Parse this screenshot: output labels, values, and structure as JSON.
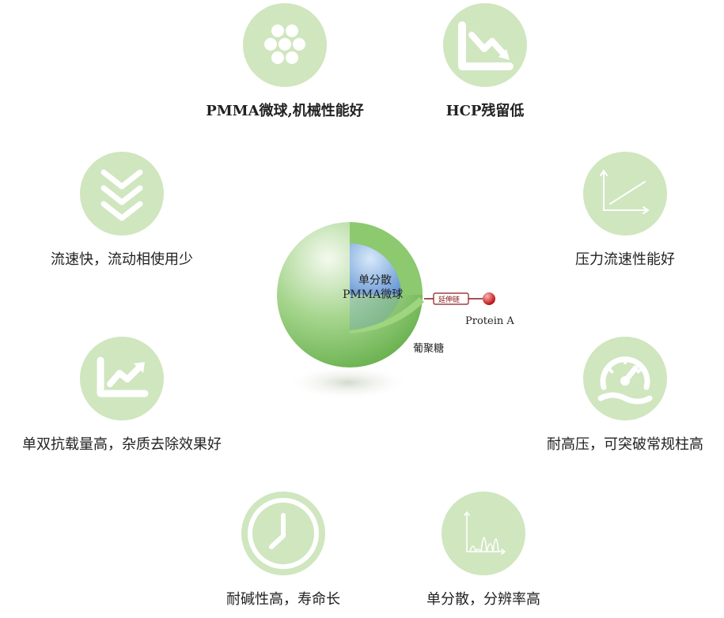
{
  "features": [
    {
      "id": "pmma",
      "label": "PMMA微球,机械性能好",
      "icon": "spheres-icon"
    },
    {
      "id": "hcp",
      "label": "HCP残留低",
      "icon": "declining-chart-icon"
    },
    {
      "id": "flow",
      "label": "流速快，流动相使用少",
      "icon": "triple-chevron-down-icon"
    },
    {
      "id": "pressure",
      "label": "压力流速性能好",
      "icon": "linear-axis-icon"
    },
    {
      "id": "capacity",
      "label": "单双抗载量高，杂质去除效果好",
      "icon": "rising-chart-icon"
    },
    {
      "id": "highpressure",
      "label": "耐高压，可突破常规柱高",
      "icon": "gauge-icon"
    },
    {
      "id": "alkali",
      "label": "耐碱性高，寿命长",
      "icon": "clock-icon"
    },
    {
      "id": "dispersion",
      "label": "单分散，分辨率高",
      "icon": "chromatogram-peaks-icon"
    }
  ],
  "center": {
    "core_line1": "单分散",
    "core_line2": "PMMA微球",
    "linker": "延伸链",
    "ligand": "Protein A",
    "shell": "葡聚糖"
  },
  "colors": {
    "icon_circle": "#cfe6bf",
    "sphere_green": "#6dbb4f",
    "core_blue": "#6f9fd8",
    "ligand_red": "#c81e1e"
  }
}
